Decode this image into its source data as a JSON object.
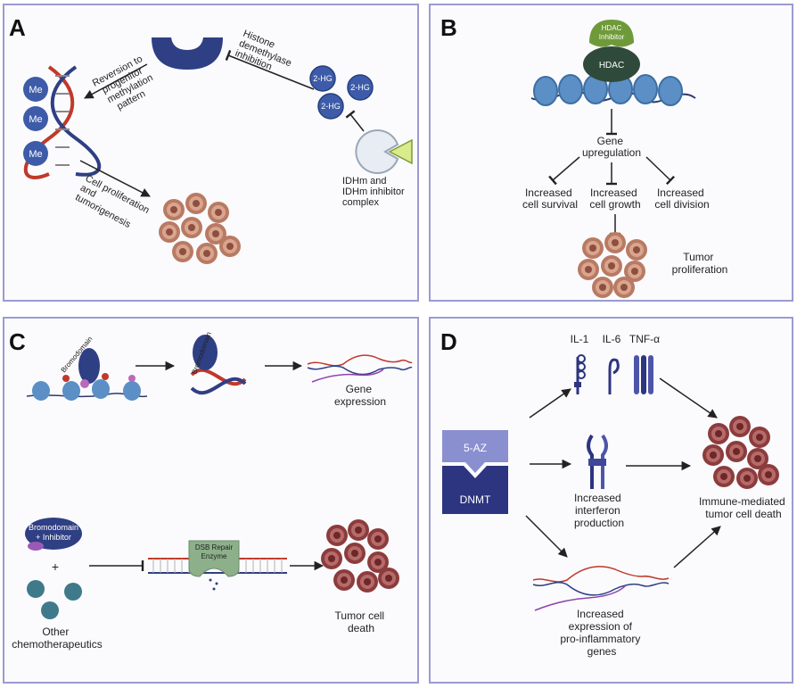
{
  "panels": {
    "a": {
      "letter": "A",
      "me_labels": [
        "Me",
        "Me",
        "Me"
      ],
      "hg_labels": [
        "2-HG",
        "2-HG",
        "2-HG"
      ],
      "histone_lines": [
        "Histone",
        "demethylase",
        "inhibition"
      ],
      "reversion_lines": [
        "Reversion to",
        "progenitor",
        "methylation",
        "pattern"
      ],
      "proliferation_lines": [
        "Cell proliferation",
        "and",
        "tumorigenesis"
      ],
      "idhm_lines": [
        "IDHm and",
        "IDHm inhibitor",
        "complex"
      ]
    },
    "b": {
      "letter": "B",
      "inhibitor_lines": [
        "HDAC",
        "Inhibitor"
      ],
      "hdac_label": "HDAC",
      "gene_lines": [
        "Gene",
        "upregulation"
      ],
      "survival_lines": [
        "Increased",
        "cell survival"
      ],
      "growth_lines": [
        "Increased",
        "cell growth"
      ],
      "division_lines": [
        "Increased",
        "cell division"
      ],
      "tumor_lines": [
        "Tumor",
        "proliferation"
      ]
    },
    "c": {
      "letter": "C",
      "bromo_label_1": "Bromodomain",
      "bromo_label_2": "Bromodomain",
      "gene_expr_lines": [
        "Gene",
        "expression"
      ],
      "bromo_inhib_lines": [
        "Bromodomain",
        "+ Inhibitor"
      ],
      "plus": "+",
      "dsb_lines": [
        "DSB Repair",
        "Enzyme"
      ],
      "chemo_lines": [
        "Other",
        "chemotherapeutics"
      ],
      "death_lines": [
        "Tumor cell",
        "death"
      ]
    },
    "d": {
      "letter": "D",
      "cytokines": [
        "IL-1",
        "IL-6",
        "TNF-α"
      ],
      "drug_label": "5-AZ",
      "enzyme_label": "DNMT",
      "interferon_lines": [
        "Increased",
        "interferon",
        "production"
      ],
      "immune_lines": [
        "Immune-mediated",
        "tumor cell death"
      ],
      "inflammatory_lines": [
        "Increased",
        "expression of",
        "pro-inflammatory",
        "genes"
      ]
    }
  },
  "colors": {
    "panel_border": "#9b9bd1",
    "navy": "#2f3f84",
    "me_circle": "#3d5ba8",
    "nucleosome": "#5b8fc6",
    "hdac_dark": "#2f4a3a",
    "hdac_green": "#6f9a3a",
    "dsb_green": "#8db08a",
    "dnmt_light": "#8a8fd0",
    "dnmt_dark": "#2d3480",
    "teal_ball": "#3f7a8a",
    "dna_red": "#c0392b",
    "tumor_brown": "#a86a52"
  }
}
